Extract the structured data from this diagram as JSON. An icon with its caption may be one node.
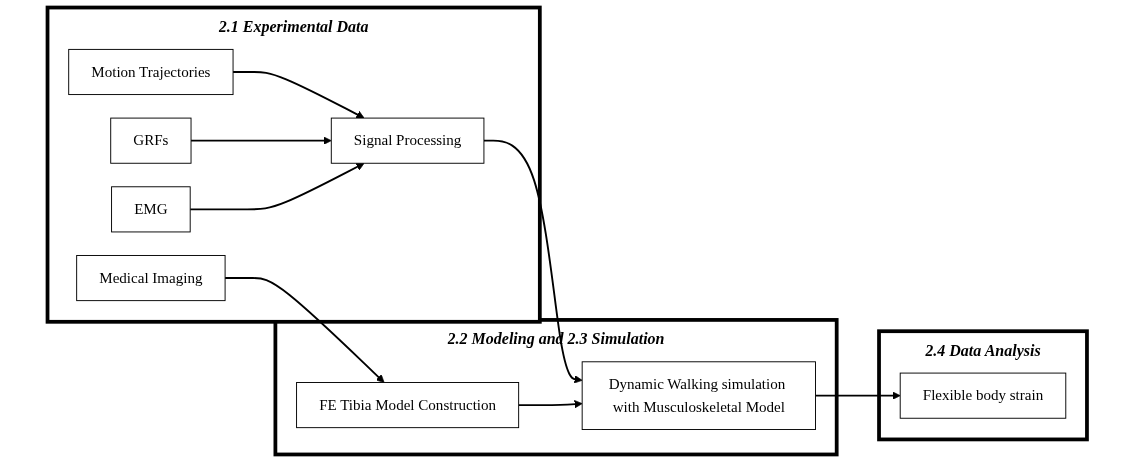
{
  "diagram": {
    "nodes": [
      {
        "text": [
          "2.1 Experimental Data"
        ]
      },
      {
        "text": [
          "Motion Trajectories"
        ],
        "in": 0
      },
      {
        "text": [
          "GRFs"
        ],
        "in": 0
      },
      {
        "text": [
          "EMG"
        ],
        "in": 0
      },
      {
        "text": [
          "Signal Processing"
        ],
        "in": 0
      },
      {
        "text": [
          "Medical Imaging"
        ],
        "in": 0
      },
      {
        "text": [
          "2.2 Modeling and 2.3 Simulation"
        ]
      },
      {
        "text": [
          "Dynamic Walking simulation with Musculoskeletal Model"
        ],
        "in": 6
      },
      {
        "text": [
          "FE Tibia Model Construction"
        ],
        "in": 6
      },
      {
        "text": [
          "2.4 Data Analysis"
        ]
      },
      {
        "text": [
          "Flexible body strain"
        ],
        "in": 9
      }
    ],
    "edges": [
      {
        "from": 1,
        "to": 4,
        "arrow": "to"
      },
      {
        "from": 2,
        "to": 4,
        "arrow": "to"
      },
      {
        "from": 3,
        "to": 4,
        "arrow": "to"
      },
      {
        "from": 4,
        "to": 7,
        "arrow": "to"
      },
      {
        "from": 5,
        "to": 8,
        "arrow": "to"
      },
      {
        "from": 8,
        "to": 7,
        "arrow": "to"
      },
      {
        "from": 7,
        "to": 10,
        "arrow": "to"
      }
    ]
  }
}
